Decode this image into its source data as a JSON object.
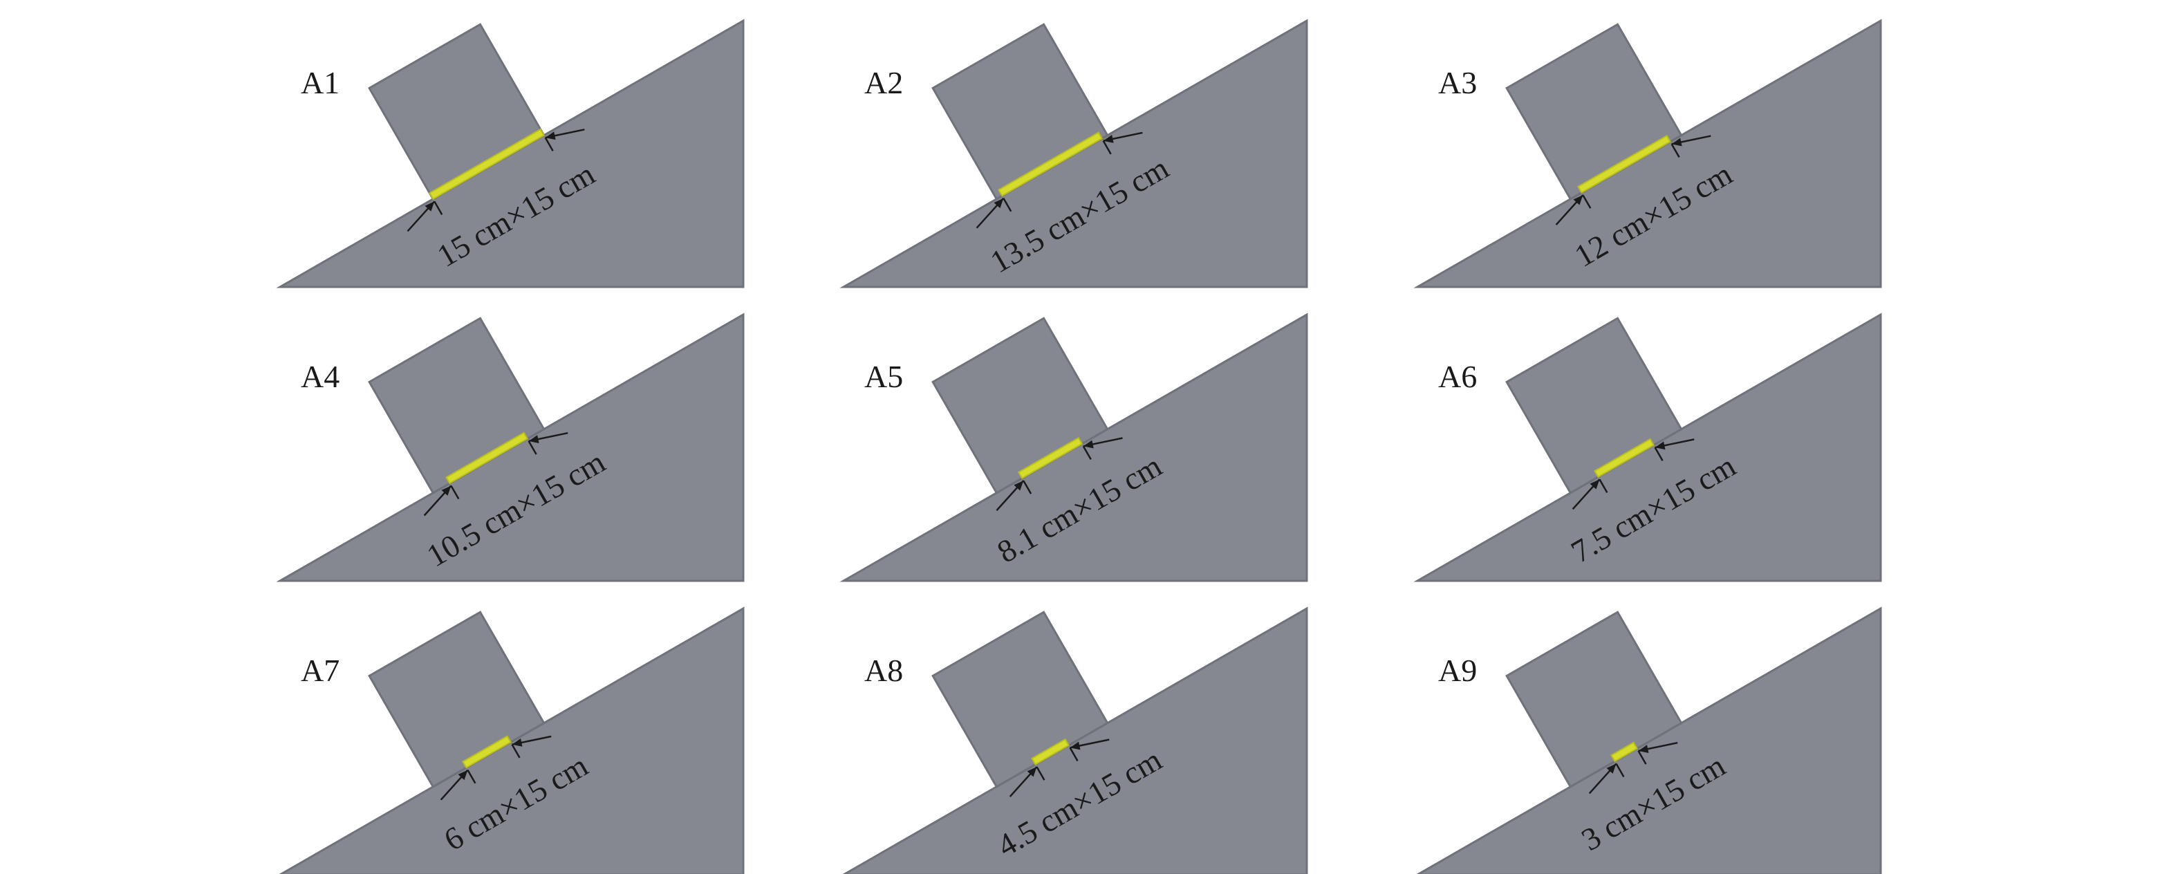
{
  "panels": [
    {
      "label": "A1",
      "size_text": "15 cm×15 cm",
      "contact_length_cm": 15
    },
    {
      "label": "A2",
      "size_text": "13.5 cm×15 cm",
      "contact_length_cm": 13.5
    },
    {
      "label": "A3",
      "size_text": "12 cm×15 cm",
      "contact_length_cm": 12
    },
    {
      "label": "A4",
      "size_text": "10.5 cm×15 cm",
      "contact_length_cm": 10.5
    },
    {
      "label": "A5",
      "size_text": "8.1 cm×15 cm",
      "contact_length_cm": 8.1
    },
    {
      "label": "A6",
      "size_text": "7.5 cm×15 cm",
      "contact_length_cm": 7.5
    },
    {
      "label": "A7",
      "size_text": "6 cm×15 cm",
      "contact_length_cm": 6
    },
    {
      "label": "A8",
      "size_text": "4.5 cm×15 cm",
      "contact_length_cm": 4.5
    },
    {
      "label": "A9",
      "size_text": "3 cm×15 cm",
      "contact_length_cm": 3
    }
  ],
  "colors": {
    "slope": "#858891",
    "block": "#858891",
    "contact": "#d6dc2c",
    "text": "#1a1a1a"
  }
}
